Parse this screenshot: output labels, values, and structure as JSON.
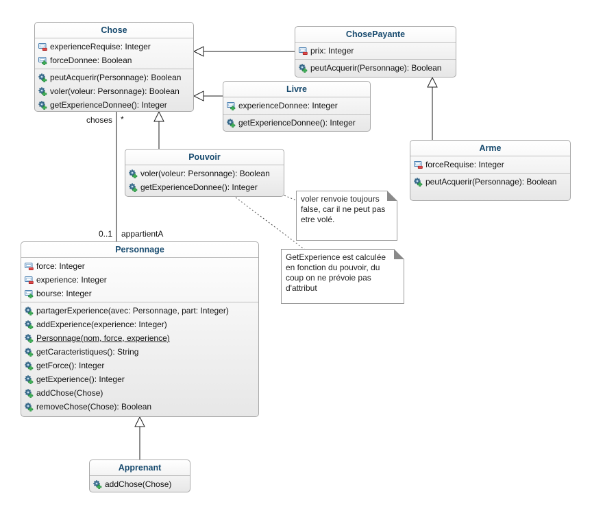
{
  "diagram": {
    "classes": [
      {
        "id": "chose",
        "name": "Chose",
        "attributes": [
          {
            "icon": "field-private",
            "text": "experienceRequise: Integer"
          },
          {
            "icon": "field-public",
            "text": "forceDonnee: Boolean"
          }
        ],
        "methods": [
          {
            "icon": "method-public",
            "text": "peutAcquerir(Personnage): Boolean"
          },
          {
            "icon": "method-public",
            "text": "voler(voleur: Personnage): Boolean"
          },
          {
            "icon": "method-public",
            "text": "getExperienceDonnee(): Integer"
          }
        ]
      },
      {
        "id": "chosepayante",
        "name": "ChosePayante",
        "attributes": [
          {
            "icon": "field-private",
            "text": "prix: Integer"
          }
        ],
        "methods": [
          {
            "icon": "method-public",
            "text": "peutAcquerir(Personnage): Boolean"
          }
        ]
      },
      {
        "id": "livre",
        "name": "Livre",
        "attributes": [
          {
            "icon": "field-public",
            "text": "experienceDonnee: Integer"
          }
        ],
        "methods": [
          {
            "icon": "method-public",
            "text": "getExperienceDonnee(): Integer"
          }
        ]
      },
      {
        "id": "arme",
        "name": "Arme",
        "attributes": [
          {
            "icon": "field-private",
            "text": "forceRequise: Integer"
          }
        ],
        "methods": [
          {
            "icon": "method-public",
            "text": "peutAcquerir(Personnage): Boolean"
          }
        ]
      },
      {
        "id": "pouvoir",
        "name": "Pouvoir",
        "attributes": [],
        "methods": [
          {
            "icon": "method-public",
            "text": "voler(voleur: Personnage): Boolean"
          },
          {
            "icon": "method-public",
            "text": "getExperienceDonnee(): Integer"
          }
        ]
      },
      {
        "id": "personnage",
        "name": "Personnage",
        "attributes": [
          {
            "icon": "field-private",
            "text": "force: Integer"
          },
          {
            "icon": "field-private",
            "text": "experience: Integer"
          },
          {
            "icon": "field-public",
            "text": "bourse: Integer"
          }
        ],
        "methods": [
          {
            "icon": "method-public",
            "text": "partagerExperience(avec: Personnage, part: Integer)"
          },
          {
            "icon": "method-public",
            "text": "addExperience(experience: Integer)"
          },
          {
            "icon": "method-public",
            "text": "Personnage(nom, force, experience)",
            "underline": true
          },
          {
            "icon": "method-public",
            "text": "getCaracteristiques(): String"
          },
          {
            "icon": "method-public",
            "text": "getForce(): Integer"
          },
          {
            "icon": "method-public",
            "text": "getExperience(): Integer"
          },
          {
            "icon": "method-public",
            "text": "addChose(Chose)"
          },
          {
            "icon": "method-public",
            "text": "removeChose(Chose): Boolean"
          }
        ]
      },
      {
        "id": "apprenant",
        "name": "Apprenant",
        "attributes": [],
        "methods": [
          {
            "icon": "method-public",
            "text": "addChose(Chose)"
          }
        ]
      }
    ],
    "notes": [
      {
        "id": "note-voler",
        "text": "voler renvoie toujours false, car il ne peut pas etre volé."
      },
      {
        "id": "note-getexperience",
        "text": "GetExperience est calculée en fonction du pouvoir, du coup on ne prévoie pas d'attribut"
      }
    ],
    "relationships": [
      {
        "type": "generalization",
        "from": "ChosePayante",
        "to": "Chose"
      },
      {
        "type": "generalization",
        "from": "Livre",
        "to": "Chose"
      },
      {
        "type": "generalization",
        "from": "Pouvoir",
        "to": "Chose"
      },
      {
        "type": "generalization",
        "from": "Arme",
        "to": "ChosePayante"
      },
      {
        "type": "generalization",
        "from": "Apprenant",
        "to": "Personnage"
      },
      {
        "type": "association",
        "from": "Personnage",
        "to": "Chose",
        "labels": {
          "near_chose_role": "choses",
          "near_chose_multiplicity": "*",
          "near_personnage_multiplicity": "0..1",
          "near_personnage_role": "appartientA"
        }
      },
      {
        "type": "note-link",
        "from": "Pouvoir",
        "to": "note-voler"
      },
      {
        "type": "note-link",
        "from": "Pouvoir",
        "to": "note-getexperience"
      }
    ],
    "colors": {
      "title_text": "#174a6e",
      "box_border": "#a9a9a9",
      "note_fold": "#8a8a8a",
      "line": "#1a1a1a"
    }
  }
}
